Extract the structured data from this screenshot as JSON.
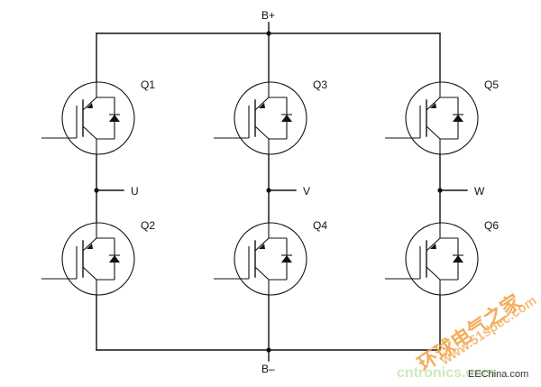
{
  "rails": {
    "positive": "B+",
    "negative": "B–"
  },
  "transistors": [
    {
      "id": "Q1"
    },
    {
      "id": "Q3"
    },
    {
      "id": "Q5"
    },
    {
      "id": "Q2"
    },
    {
      "id": "Q4"
    },
    {
      "id": "Q6"
    }
  ],
  "phases": [
    "U",
    "V",
    "W"
  ],
  "watermark": {
    "cn_text": "环球电气之家",
    "url_text": "www.51spec.com",
    "cnt_text": "cntronics.com",
    "site_text": "EEChina.com"
  }
}
